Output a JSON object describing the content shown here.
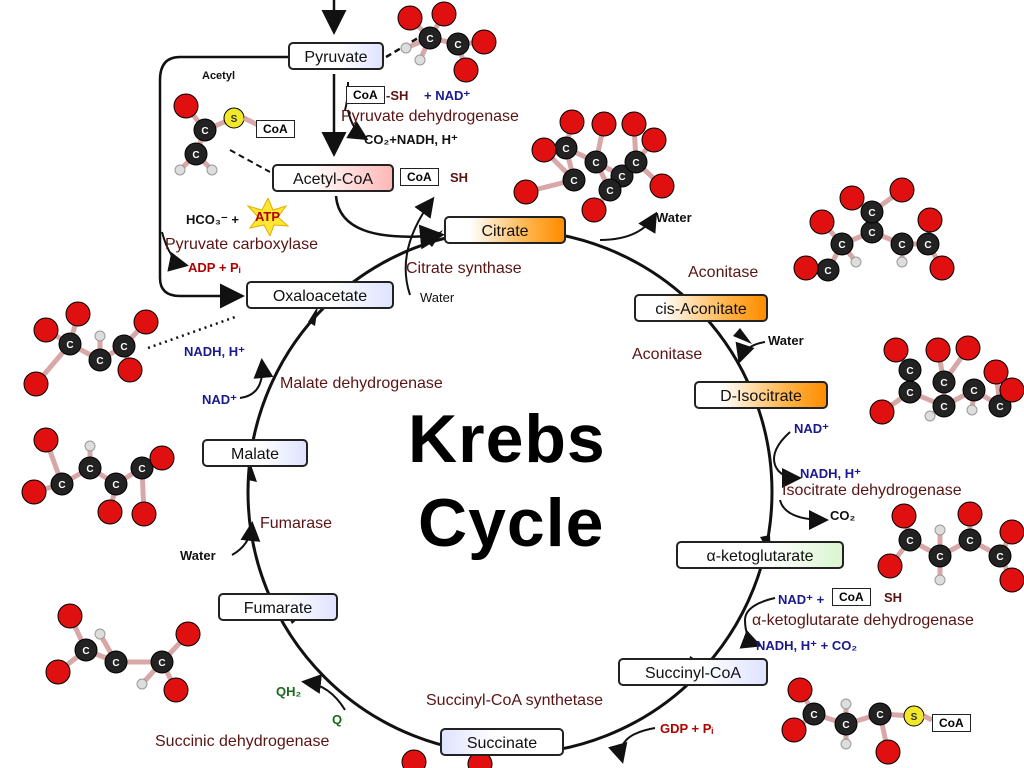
{
  "title": {
    "line1": "Krebs",
    "line2": "Cycle"
  },
  "nodes": {
    "pyruvate": "Pyruvate",
    "acetyl_coa": "Acetyl-CoA",
    "citrate": "Citrate",
    "cis_aconitate": "cis-Aconitate",
    "d_isocitrate": "D-Isocitrate",
    "a_ketoglutarate": "α-ketoglutarate",
    "succinyl_coa": "Succinyl-CoA",
    "succinate": "Succinate",
    "fumarate": "Fumarate",
    "malate": "Malate",
    "oxaloacetate": "Oxaloacetate"
  },
  "enzymes": {
    "pyruvate_dehydrogenase": "Pyruvate dehydrogenase",
    "pyruvate_carboxylase": "Pyruvate carboxylase",
    "citrate_synthase": "Citrate synthase",
    "aconitase_1": "Aconitase",
    "aconitase_2": "Aconitase",
    "isocitrate_dehydrogenase": "Isocitrate dehydrogenase",
    "akg_dehydrogenase": "α-ketoglutarate dehydrogenase",
    "succinyl_coa_synthetase": "Succinyl-CoA synthetase",
    "succinic_dehydrogenase": "Succinic dehydrogenase",
    "fumarase": "Fumarase",
    "malate_dehydrogenase": "Malate dehydrogenase"
  },
  "labels": {
    "acetyl": "Acetyl",
    "coa": "CoA",
    "sh": "-SH",
    "sh_plain": "SH",
    "plus_nad": "+ NAD⁺",
    "co2_nadh": "CO₂+NADH, H⁺",
    "hco3": "HCO₃⁻ +",
    "atp": "ATP",
    "adp_pi": "ADP + Pᵢ",
    "water_1": "Water",
    "water_2": "Water",
    "water_3": "Water",
    "water_4": "Water",
    "nad_1": "NAD⁺",
    "nadh_1": "NADH, H⁺",
    "co2_1": "CO₂",
    "nad_2": "NAD⁺ +",
    "nadh_co2": "NADH, H⁺ + CO₂",
    "gdp_pi": "GDP + Pᵢ",
    "qh2": "QH₂",
    "q": "Q",
    "nadh_2": "NADH, H⁺",
    "nad_3": "NAD⁺",
    "atom_c": "C",
    "atom_s": "S"
  },
  "colors": {
    "oxygen": "#e01010",
    "carbon": "#222222",
    "hydrogen": "#dddddd",
    "sulfur": "#f2e82a",
    "enzyme_text": "#5a1414",
    "nad_blue": "#1a1a8c",
    "atp_yellow": "#ffe633"
  }
}
